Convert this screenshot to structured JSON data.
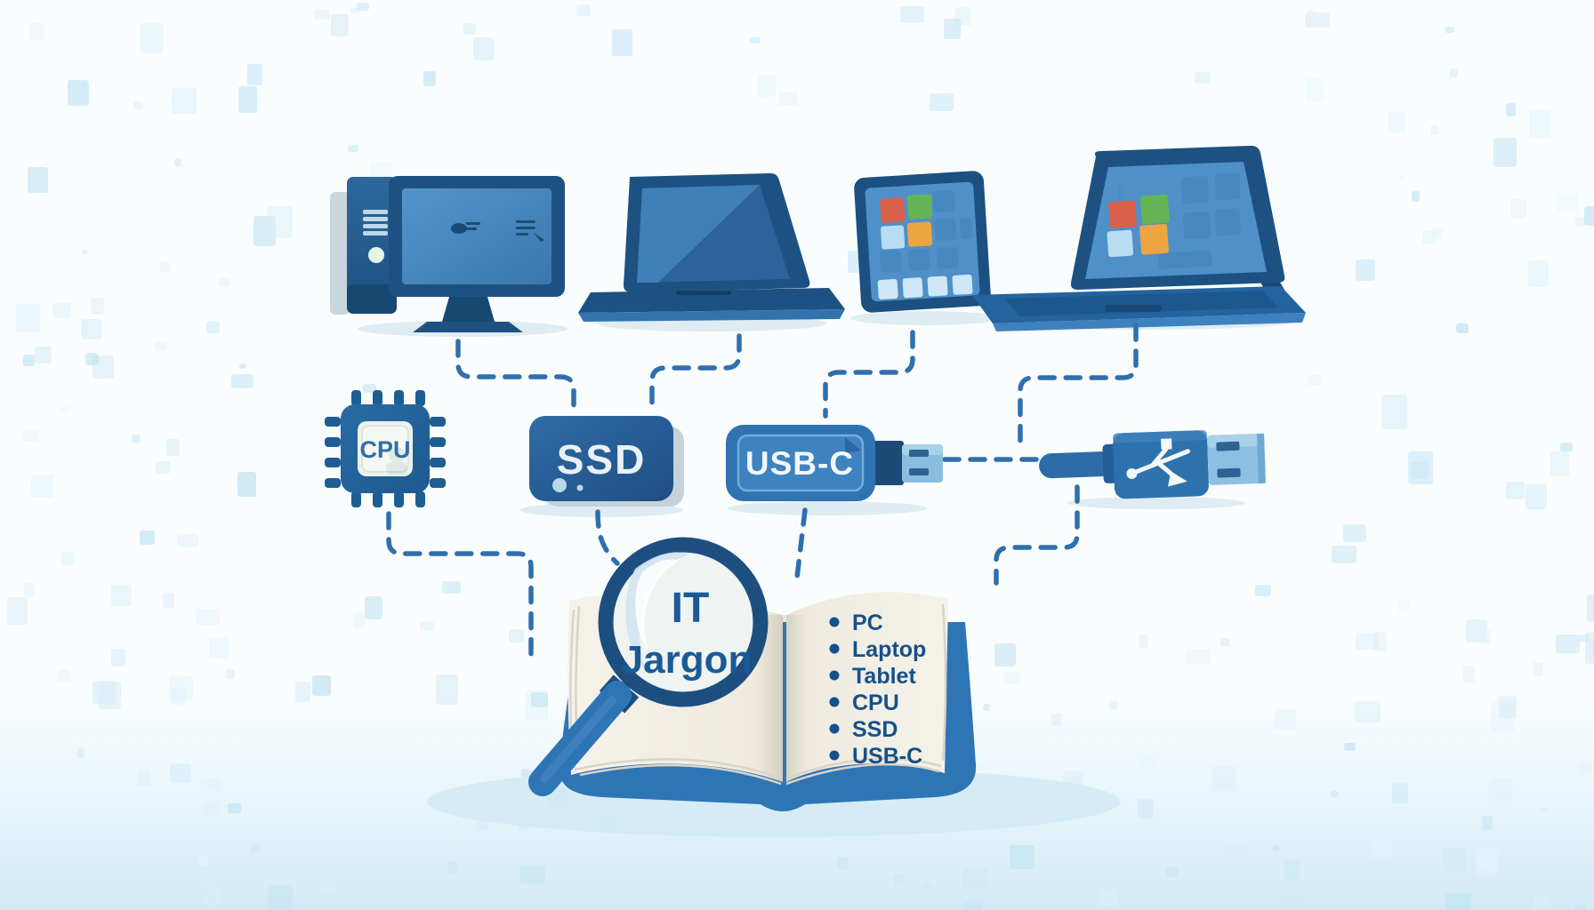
{
  "scene": {
    "background_color": "#fafdfe",
    "floor_tint": "#d6ecf7",
    "noise_palette": [
      "#dbeef9",
      "#cde9f6",
      "#e4f4fb",
      "#c3e3f2"
    ],
    "frame_blue": "#1d5182",
    "screen_blue": "#4f90c8",
    "accent_blue": "#2e75b6",
    "dashed_line_color": "#2f6fad",
    "text_blue": "#1a5a96"
  },
  "devices": {
    "tile_colors": {
      "red": "#d9604a",
      "green": "#67b457",
      "light_blue": "#b8dcf2",
      "orange": "#eda53f"
    }
  },
  "components": {
    "cpu_label": "CPU",
    "ssd_label": "SSD",
    "usb_drive_label": "USB-C"
  },
  "book": {
    "magnifier_line1": "IT",
    "magnifier_line2": "Jargon",
    "glossary_items": [
      "PC",
      "Laptop",
      "Tablet",
      "CPU",
      "SSD",
      "USB-C"
    ]
  }
}
